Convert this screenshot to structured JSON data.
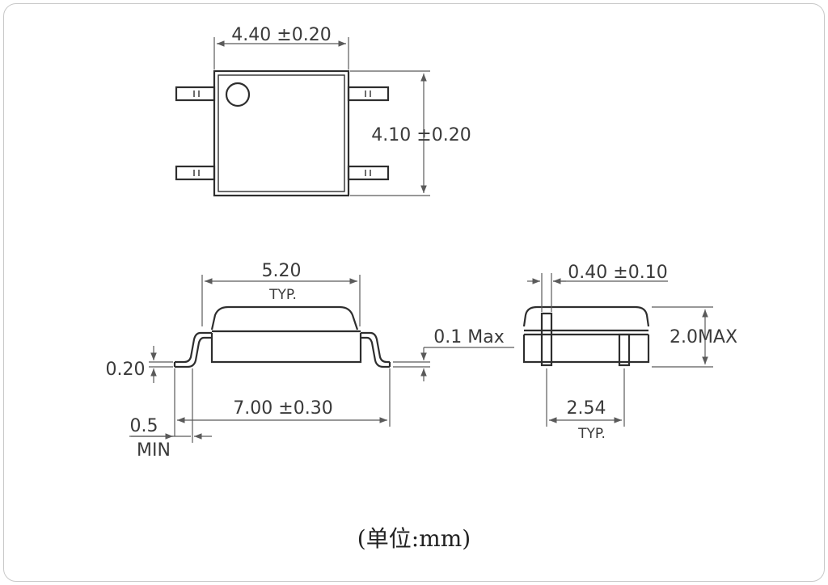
{
  "top_view": {
    "width_label": "4.40 ±0.20",
    "height_label": "4.10 ±0.20"
  },
  "side_view": {
    "body_length_label": "5.20",
    "body_length_note": "TYP.",
    "lead_thickness_label": "0.20",
    "overall_length_label": "7.00 ±0.30",
    "lead_min_value": "0.5",
    "lead_min_note": "MIN",
    "standoff_label": "0.1  Max"
  },
  "end_view": {
    "lead_width_label": "0.40 ±0.10",
    "height_label": "2.0MAX",
    "pitch_label": "2.54",
    "pitch_note": "TYP."
  },
  "footer": {
    "units_label": "(单位:mm)"
  }
}
